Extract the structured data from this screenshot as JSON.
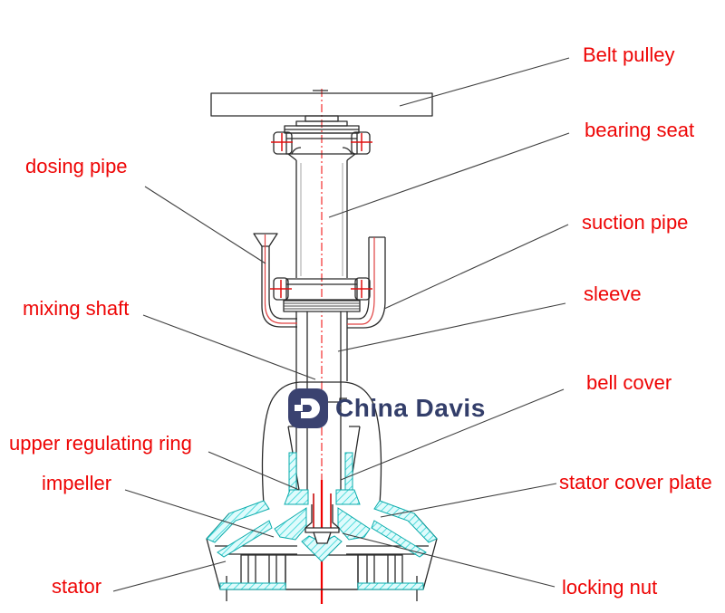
{
  "diagram": {
    "type": "technical-section-drawing",
    "subject": "mixer / pump assembly cross-section",
    "labels": {
      "belt_pulley": "Belt pulley",
      "bearing_seat": "bearing seat",
      "dosing_pipe": "dosing pipe",
      "suction_pipe": "suction pipe",
      "sleeve": "sleeve",
      "mixing_shaft": "mixing shaft",
      "bell_cover": "bell cover",
      "upper_regulating_ring": "upper regulating ring",
      "impeller": "impeller",
      "stator_cover_plate": "stator cover plate",
      "stator": "stator",
      "locking_nut": "locking nut"
    },
    "brand": {
      "name": "China Davis",
      "icon": "davis-d-logo"
    },
    "colors": {
      "label_text": "#ee0505",
      "drawing_line": "#2a2a2a",
      "leader_line": "#3f3f3f",
      "centerline_red": "#f00000",
      "pipe_red": "#e04040",
      "hatch_cyan": "#2ad4d4",
      "hatch_fill": "#dffbfc",
      "brand_navy": "#333e6a"
    }
  }
}
